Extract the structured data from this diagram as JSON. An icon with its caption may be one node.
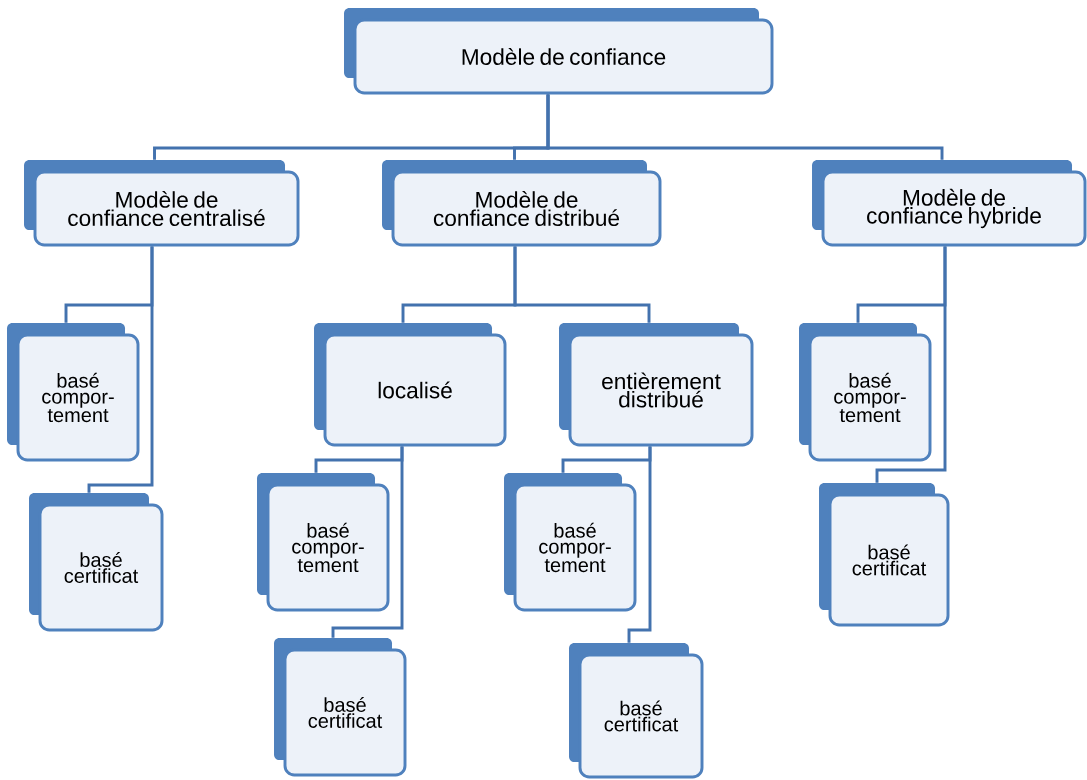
{
  "diagram": {
    "nodes": [
      {
        "text": [
          "Modèle de confiance"
        ]
      },
      {
        "text": [
          "Modèle de confiance centralisé"
        ]
      },
      {
        "text": [
          "Modèle de confiance distribué"
        ]
      },
      {
        "text": [
          "Modèle de confiance hybride"
        ]
      },
      {
        "text": [
          "basé compor- tement"
        ]
      },
      {
        "text": [
          "basé certificat"
        ]
      },
      {
        "text": [
          "localisé"
        ]
      },
      {
        "text": [
          "entièrement distribué"
        ]
      },
      {
        "text": [
          "basé compor- tement"
        ]
      },
      {
        "text": [
          "basé certificat"
        ]
      },
      {
        "text": [
          "basé compor- tement"
        ]
      },
      {
        "text": [
          "basé certificat"
        ]
      },
      {
        "text": [
          "basé compor- tement"
        ]
      },
      {
        "text": [
          "basé certificat"
        ]
      }
    ],
    "edges": [
      {
        "from": 0,
        "to": 1,
        "arrow": "none"
      },
      {
        "from": 0,
        "to": 2,
        "arrow": "none"
      },
      {
        "from": 0,
        "to": 3,
        "arrow": "none"
      },
      {
        "from": 1,
        "to": 4,
        "arrow": "none"
      },
      {
        "from": 1,
        "to": 5,
        "arrow": "none"
      },
      {
        "from": 2,
        "to": 6,
        "arrow": "none"
      },
      {
        "from": 2,
        "to": 7,
        "arrow": "none"
      },
      {
        "from": 6,
        "to": 8,
        "arrow": "none"
      },
      {
        "from": 6,
        "to": 9,
        "arrow": "none"
      },
      {
        "from": 7,
        "to": 10,
        "arrow": "none"
      },
      {
        "from": 7,
        "to": 11,
        "arrow": "none"
      },
      {
        "from": 3,
        "to": 12,
        "arrow": "none"
      },
      {
        "from": 3,
        "to": 13,
        "arrow": "none"
      }
    ]
  }
}
